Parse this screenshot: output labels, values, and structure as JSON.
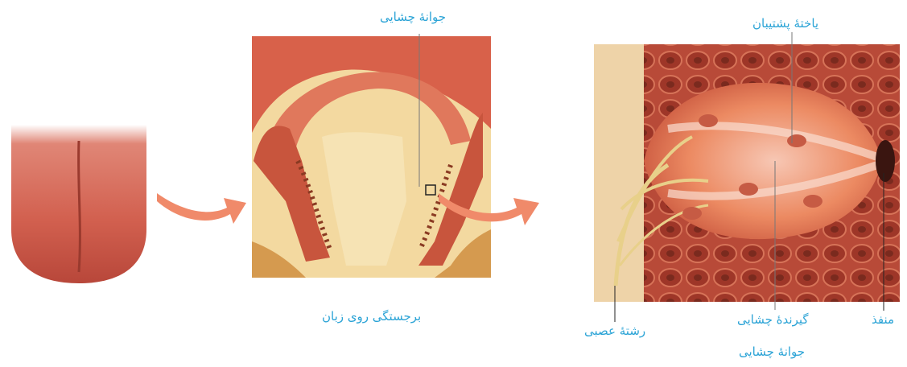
{
  "labels": {
    "taste_bud_top": "جوانهٔ چشایی",
    "papilla_caption": "برجستگی روی زبان",
    "supporting_cell": "یاختهٔ پشتیبان",
    "nerve_fiber": "رشتهٔ عصبی",
    "taste_receptor": "گیرندهٔ چشایی",
    "pore": "منفذ",
    "taste_bud_caption": "جوانهٔ چشایی"
  },
  "colors": {
    "label": "#2aa3d6",
    "arrow": "#f08a6a",
    "tongue": "#d96b5e",
    "tissue_pale": "#f3d9a0",
    "tissue_red": "#c8553d",
    "leader_line": "#777777"
  }
}
